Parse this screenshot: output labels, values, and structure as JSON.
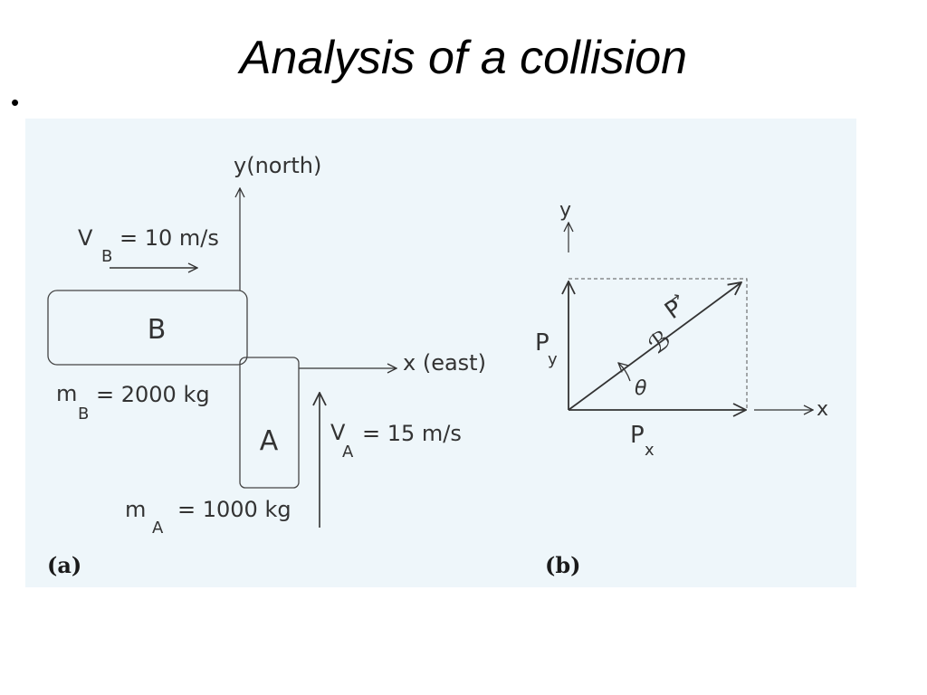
{
  "slide": {
    "title": "Analysis of a collision",
    "bullet": "•"
  },
  "colors": {
    "panel_background": "#eef6fa",
    "ink": "#333333"
  },
  "figure_a": {
    "panel_label": "(a)",
    "y_axis_label": "y(north)",
    "x_axis_label": "x (east)",
    "car_b": {
      "label": "B",
      "velocity_label": "V",
      "velocity_subscript": "B",
      "velocity_value": "= 10 m/s",
      "mass_label": "m",
      "mass_subscript": "B",
      "mass_value": "= 2000 kg"
    },
    "car_a": {
      "label": "A",
      "velocity_label": "V",
      "velocity_subscript": "A",
      "velocity_value": "= 15 m/s",
      "mass_label": "m",
      "mass_subscript": "A",
      "mass_value": "= 1000 kg"
    }
  },
  "figure_b": {
    "panel_label": "(b)",
    "y_axis_label": "y",
    "x_axis_label": "x",
    "momentum_label": "P",
    "momentum_arrow": "→",
    "momentum_symbol": "ℬ",
    "angle_label": "θ",
    "px_label": "P",
    "px_subscript": "x",
    "py_label": "P",
    "py_subscript": "y"
  }
}
